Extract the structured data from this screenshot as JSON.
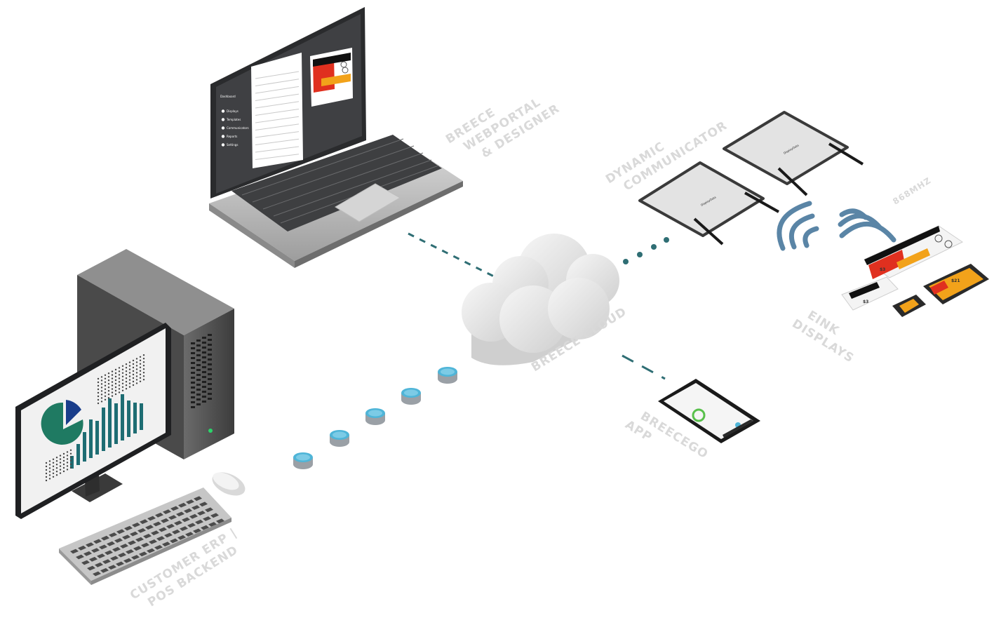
{
  "labels": {
    "webportal": [
      "BREECE",
      "WEBPORTAL",
      "& DESIGNER"
    ],
    "communicator": [
      "DYNAMIC",
      "COMMUNICATOR"
    ],
    "frequency": "868MHZ",
    "cloud": "BREECE CLOUD",
    "eink": [
      "EINK",
      "DISPLAYS"
    ],
    "app": [
      "BREECEGO",
      "APP"
    ],
    "backend": [
      "CUSTOMER ERP |",
      "POS BACKEND"
    ]
  },
  "laptop_screen": {
    "sidebar_title": "Dashboard",
    "sidebar_items": [
      "Displays",
      "Templates",
      "Communicators",
      "Reports",
      "Settings"
    ],
    "device_label": "DisplayData"
  },
  "eink": {
    "price_large": "$21",
    "price_medium": "$3",
    "price_small": "$3"
  },
  "colors": {
    "accent_teal": "#2f6e74",
    "cloud_gray": "#e8e8e8",
    "device_dark": "#3a3b3d",
    "label_gray": "#d9d9d9",
    "db_blue": "#4fb5d8",
    "chart_green": "#1f7a62",
    "chart_teal": "#1e6d73",
    "wifi_blue": "#5a85a6"
  }
}
